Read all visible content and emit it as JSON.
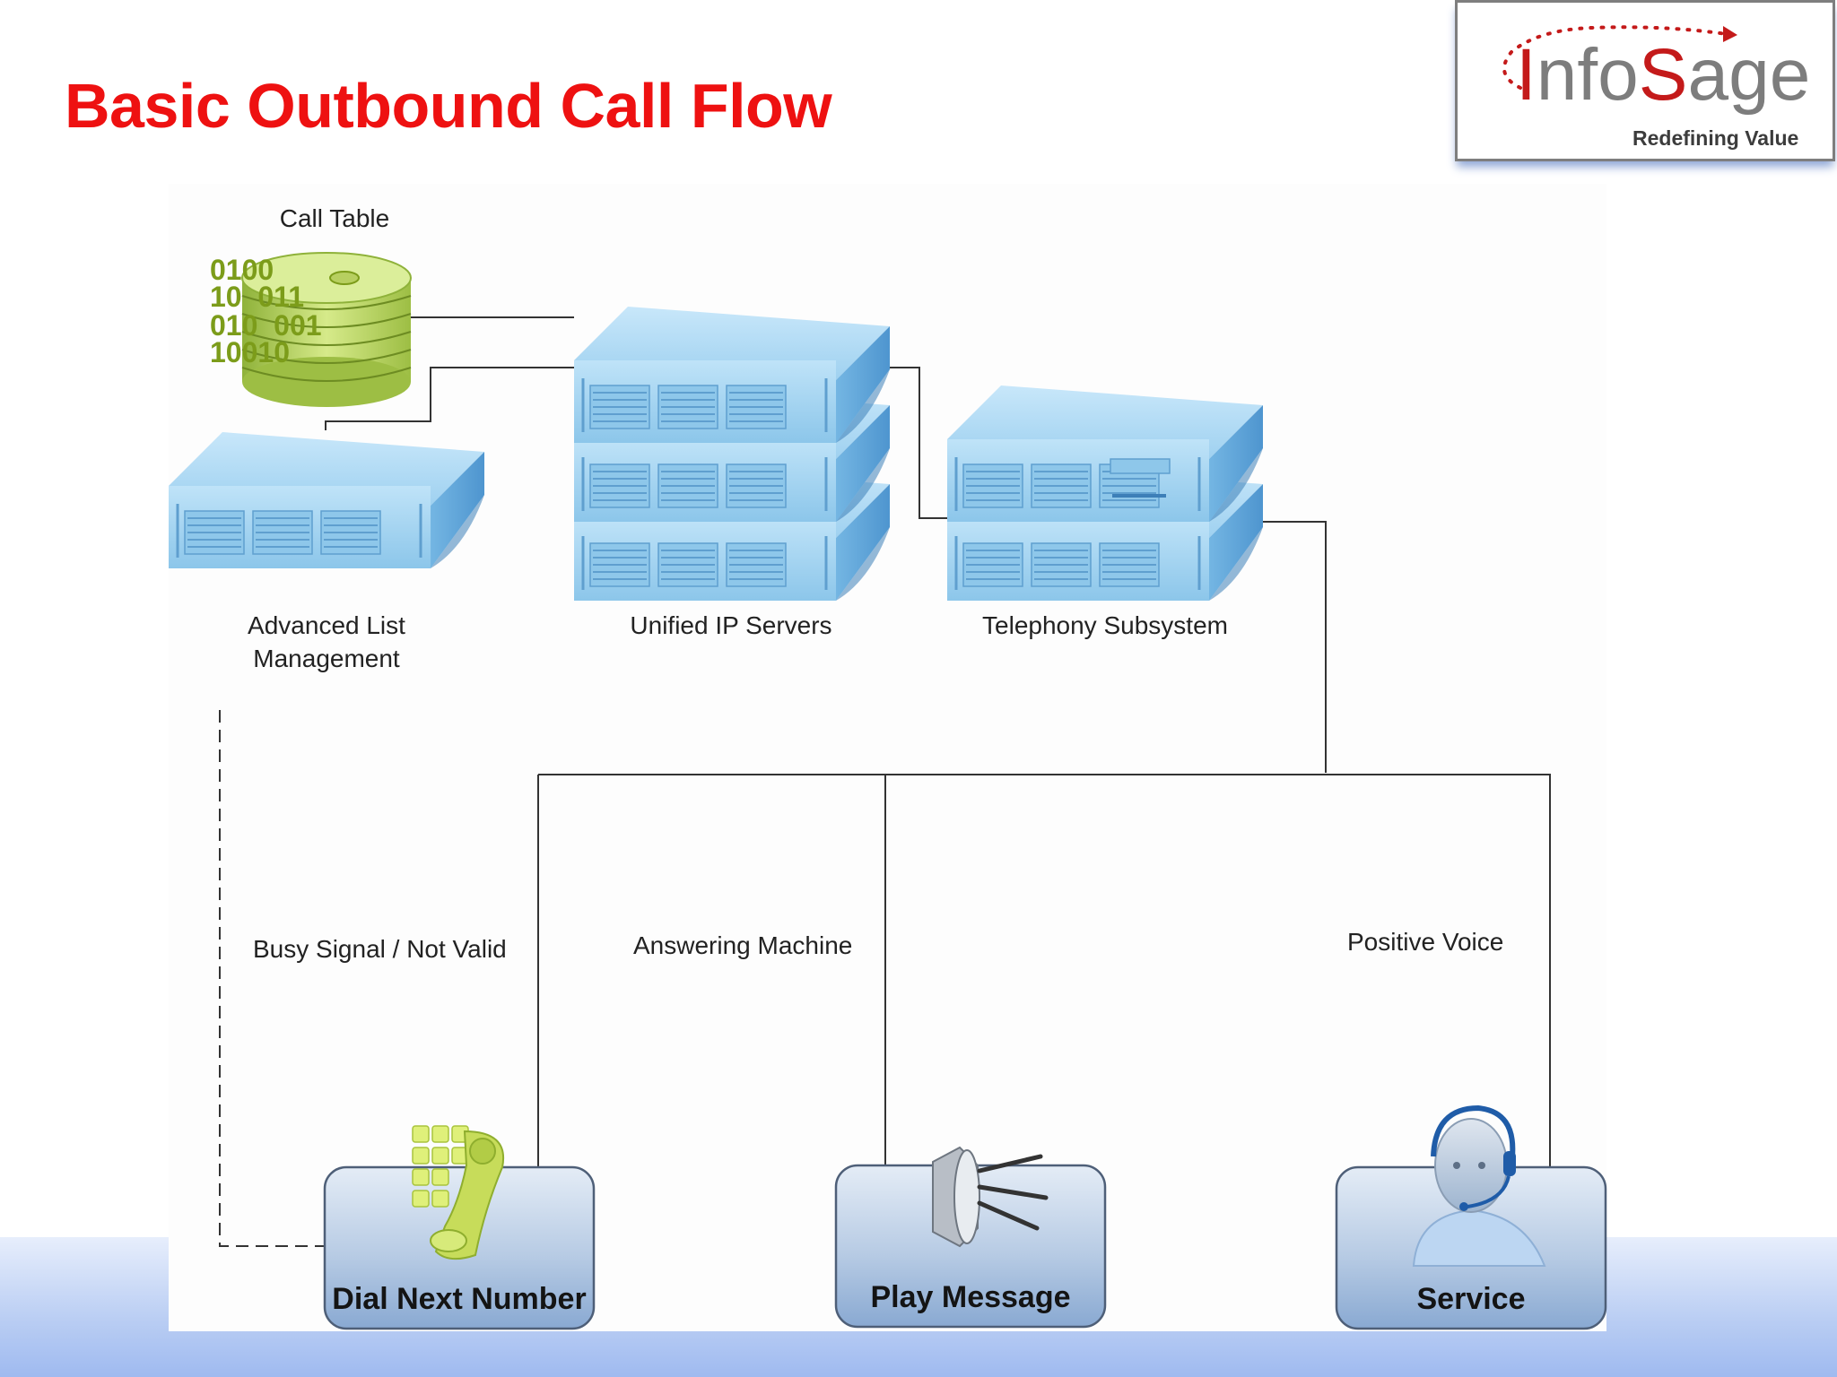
{
  "slide": {
    "title": "Basic Outbound Call Flow"
  },
  "logo": {
    "part1": "I",
    "part2": "nfo",
    "part3": "S",
    "part4": "age",
    "tagline": "Redefining Value"
  },
  "colors": {
    "title": "#ee1111",
    "server": "#a9d8f3",
    "server_side": "#6fb0df",
    "server_dark": "#3d7fb8",
    "box": "#9bb6d6",
    "line": "#333333"
  },
  "nodes": {
    "call_table": {
      "label": "Call Table",
      "binary": [
        "0100",
        "10  011",
        "010  001",
        "10010"
      ],
      "icon": "database-icon"
    },
    "list_mgmt": {
      "label_line1": "Advanced List",
      "label_line2": "Management",
      "icon": "server-icon"
    },
    "ip_servers": {
      "label": "Unified IP Servers",
      "icon": "server-stack-icon"
    },
    "telephony": {
      "label": "Telephony Subsystem",
      "icon": "telephony-server-icon"
    }
  },
  "branches": {
    "busy": "Busy Signal / Not Valid",
    "machine": "Answering Machine",
    "voice": "Positive Voice"
  },
  "actions": {
    "dial": {
      "label": "Dial Next Number",
      "icon": "phone-icon"
    },
    "play": {
      "label": "Play Message",
      "icon": "speaker-icon"
    },
    "service": {
      "label": "Service",
      "icon": "agent-headset-icon"
    }
  }
}
